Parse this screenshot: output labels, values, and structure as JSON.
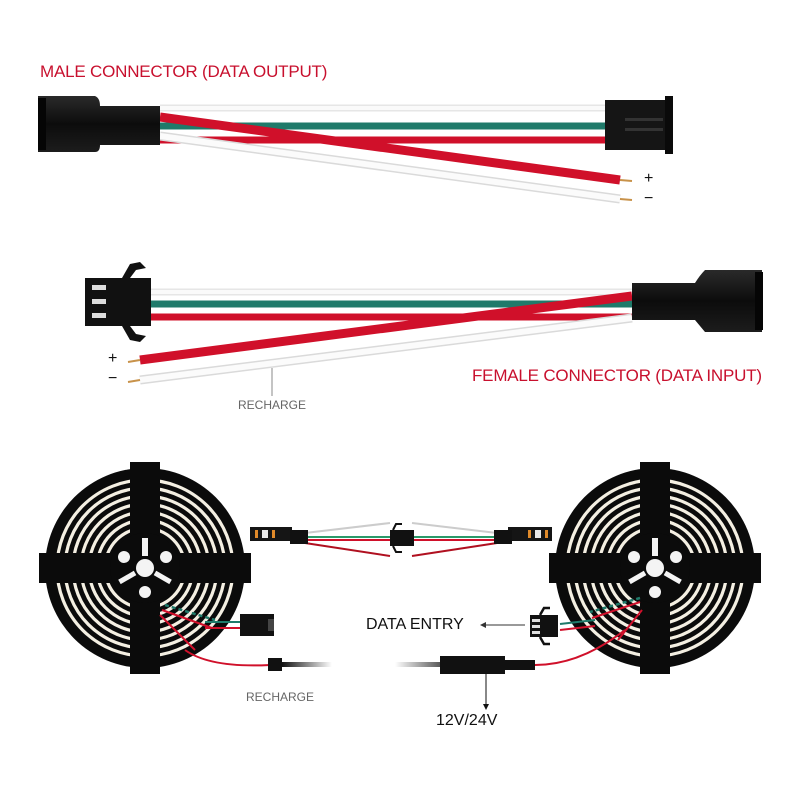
{
  "labels": {
    "male_connector": "MALE CONNECTOR (DATA OUTPUT)",
    "female_connector": "FEMALE CONNECTOR (DATA INPUT)",
    "recharge_top": "RECHARGE",
    "recharge_bottom": "RECHARGE",
    "data_entry": "DATA ENTRY",
    "voltage": "12V/24V",
    "plus_top": "+",
    "minus_top": "−",
    "plus_mid": "+",
    "minus_mid": "−"
  },
  "colors": {
    "title_red": "#c8102e",
    "wire_red": "#d0102a",
    "wire_green": "#1f7a6a",
    "wire_white": "#f2f2f2",
    "connector_black": "#111111"
  }
}
